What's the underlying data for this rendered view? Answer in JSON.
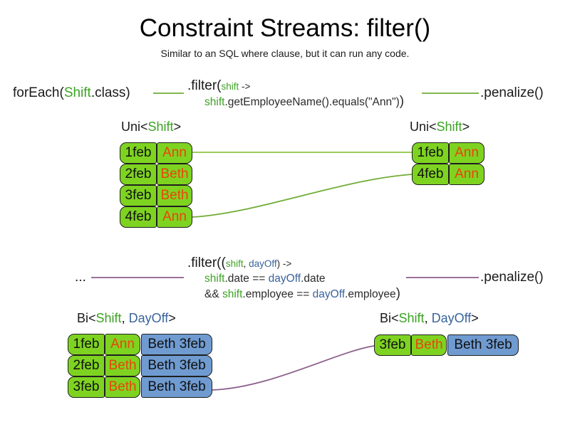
{
  "slide": {
    "title": "Constraint Streams: filter()",
    "subtitle": "Similar to an SQL where clause, but it can run any code."
  },
  "colors": {
    "shift_token": "#3ca324",
    "dayoff_token": "#39639e",
    "tuple_green": "#7ed321",
    "tuple_blue": "#6f9bd1",
    "name_text": "#e8450c",
    "connector_green": "#70ad35",
    "connector_purple": "#8b5e8b"
  },
  "row1": {
    "source_label": {
      "prefix": "forEach(",
      "type": "Shift",
      "suffix": ".class)"
    },
    "filter": {
      "line1_pre": ".filter(",
      "line1_param": "shift",
      "line1_arrow": " ->",
      "line2_obj": "shift",
      "line2_rest": ".getEmployeeName().equals(\"Ann\")",
      "line2_close": ")"
    },
    "penalize_label": ".penalize()",
    "input_header": {
      "prefix": "Uni<",
      "type": "Shift",
      "suffix": ">"
    },
    "output_header": {
      "prefix": "Uni<",
      "type": "Shift",
      "suffix": ">"
    },
    "input_rows": [
      {
        "date": "1feb",
        "name": "Ann"
      },
      {
        "date": "2feb",
        "name": "Beth"
      },
      {
        "date": "3feb",
        "name": "Beth"
      },
      {
        "date": "4feb",
        "name": "Ann"
      }
    ],
    "output_rows": [
      {
        "date": "1feb",
        "name": "Ann"
      },
      {
        "date": "4feb",
        "name": "Ann"
      }
    ]
  },
  "row2": {
    "source_label": "...",
    "filter": {
      "line1_pre": ".filter((",
      "line1_p1": "shift",
      "line1_comma": ", ",
      "line1_p2": "dayOff",
      "line1_arrow": ") ->",
      "line2_o1": "shift",
      "line2_m1": ".date == ",
      "line2_o2": "dayOff",
      "line2_m2": ".date",
      "line3_and": "&& ",
      "line3_o1": "shift",
      "line3_m1": ".employee == ",
      "line3_o2": "dayOff",
      "line3_m2": ".employee",
      "line3_close": ")"
    },
    "penalize_label": ".penalize()",
    "input_header": {
      "prefix": "Bi<",
      "type1": "Shift",
      "comma": ", ",
      "type2": "DayOff",
      "suffix": ">"
    },
    "output_header": {
      "prefix": "Bi<",
      "type1": "Shift",
      "comma": ", ",
      "type2": "DayOff",
      "suffix": ">"
    },
    "input_rows": [
      {
        "date": "1feb",
        "name": "Ann",
        "dayoff": "Beth 3feb"
      },
      {
        "date": "2feb",
        "name": "Beth",
        "dayoff": "Beth 3feb"
      },
      {
        "date": "3feb",
        "name": "Beth",
        "dayoff": "Beth 3feb"
      }
    ],
    "output_rows": [
      {
        "date": "3feb",
        "name": "Beth",
        "dayoff": "Beth 3feb"
      }
    ]
  }
}
